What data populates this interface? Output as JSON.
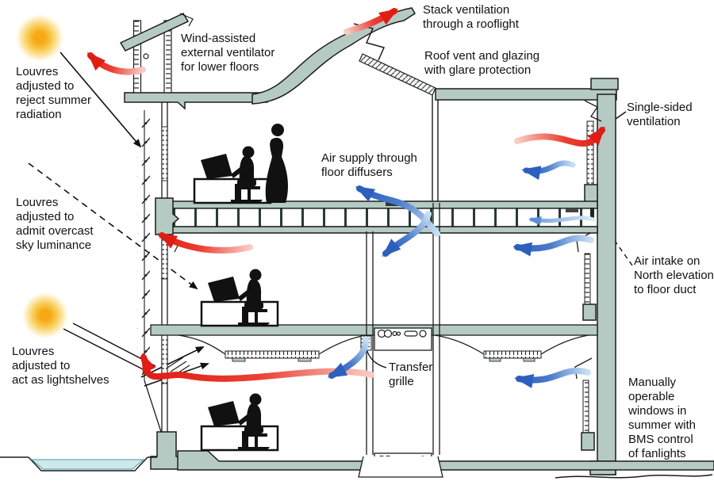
{
  "diagram": {
    "type": "building-cross-section-natural-ventilation",
    "labels": {
      "louvres_reject": "Louvres\nadjusted to\nreject summer\nradiation",
      "wind_ventilator": "Wind-assisted\nexternal ventilator\nfor lower floors",
      "stack_ventilation": "Stack ventilation\nthrough a rooflight",
      "roof_vent": "Roof vent and glazing\nwith glare protection",
      "single_sided": "Single-sided\nventilation",
      "air_supply": "Air supply through\nfloor diffusers",
      "louvres_admit": "Louvres\nadjusted to\nadmit overcast\nsky luminance",
      "air_intake": "Air intake on\nNorth elevation\nto floor duct",
      "louvres_lightshelves": "Louvres\nadjusted to\nact as lightshelves",
      "transfer_grille": "Transfer\ngrille",
      "manual_windows": "Manually\noperable\nwindows in\nsummer with\nBMS control\nof fanlights"
    },
    "elements": [
      "sun-icon",
      "warm-air-arrow",
      "cool-air-arrow",
      "water-pool",
      "roof-ventilator",
      "curved-roof",
      "rooflight",
      "louvre-wall",
      "raised-floor",
      "transfer-grille",
      "services-shaft",
      "person-at-workstation",
      "standing-person"
    ],
    "colors": {
      "structure": "#b6cac4",
      "outline": "#1c1c1c",
      "warm_air": "#e01d15",
      "warm_air_tail": "#f9ccc4",
      "cool_air": "#2d5fbe",
      "cool_air_tail": "#c9e0f4",
      "sun_core": "#f6ac17",
      "water": "#cde9e9",
      "text": "#111111"
    }
  }
}
